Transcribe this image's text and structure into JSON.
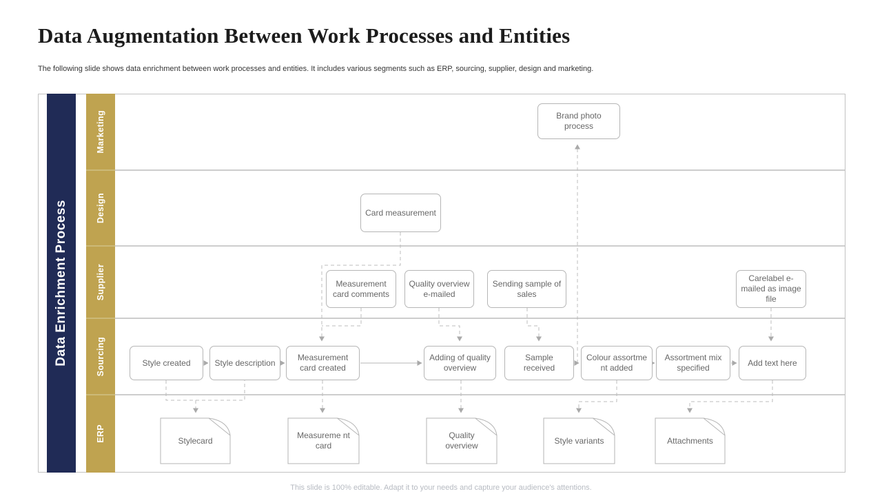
{
  "slide": {
    "title": "Data Augmentation Between Work Processes and Entities",
    "subtitle": "The following slide shows data enrichment between work processes and entities. It includes  various segments such as ERP, sourcing, supplier, design and marketing.",
    "footer": "This slide is 100% editable. Adapt it to your needs and capture your audience's attentions."
  },
  "diagram": {
    "process_title": "Data Enrichment Process",
    "lane_labels": [
      "Marketing",
      "Design",
      "Supplier",
      "Sourcing",
      "ERP"
    ],
    "colors": {
      "navy": "#202b56",
      "gold": "#bfa350",
      "box_border": "#b5b5b5",
      "box_text": "#676767",
      "connector": "#bcbcbc"
    },
    "nodes": {
      "brand_photo": "Brand photo process",
      "card_measurement": "Card measurement",
      "measurement_card_comments": "Measurement card comments",
      "quality_overview_emailed": "Quality overview e-mailed",
      "sending_sample": "Sending sample of sales",
      "carelabel": "Carelabel  e-mailed as image file",
      "style_created": "Style created",
      "style_description": "Style description",
      "measurement_card_created": "Measurement card created",
      "adding_quality": "Adding of quality overview",
      "sample_received": "Sample received",
      "colour_assortment": "Colour assortme nt added",
      "assortment_mix": "Assortment mix specified",
      "add_text": "Add text here",
      "stylecard": "Stylecard",
      "measurement_card_doc": "Measureme nt card",
      "quality_overview_doc": "Quality overview",
      "style_variants": "Style variants",
      "attachments": "Attachments"
    }
  }
}
